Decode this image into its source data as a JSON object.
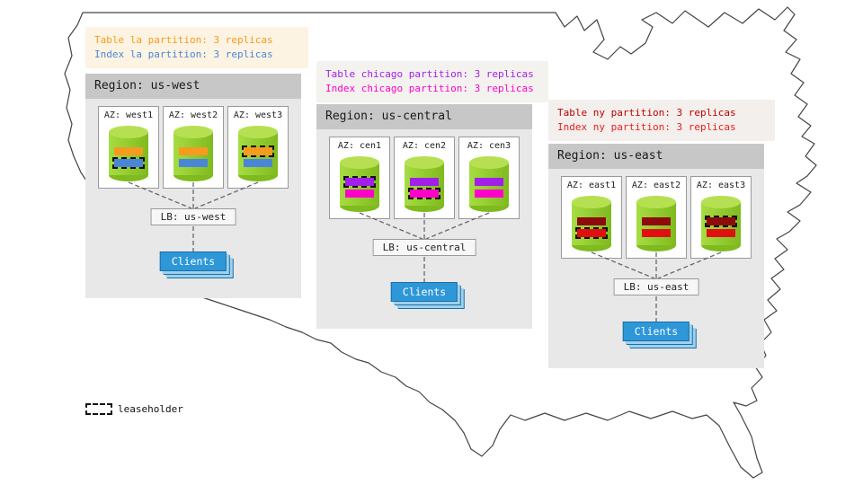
{
  "legend": {
    "leaseholder_label": "leaseholder"
  },
  "clients_color": "#2e97d8",
  "cylinder_color": "#8cc63e",
  "regions": [
    {
      "name": "us-west",
      "title": "Region: us-west",
      "callout_lines": [
        {
          "text": "Table la partition: 3 replicas",
          "color": "#f59b1e"
        },
        {
          "text": "Index la partition: 3 replicas",
          "color": "#4a86d8"
        }
      ],
      "table_color": "#f59b1e",
      "index_color": "#4a86d8",
      "azs": [
        {
          "label": "AZ: west1",
          "table_leaseholder": false,
          "index_leaseholder": true
        },
        {
          "label": "AZ: west2",
          "table_leaseholder": false,
          "index_leaseholder": false
        },
        {
          "label": "AZ: west3",
          "table_leaseholder": true,
          "index_leaseholder": false
        }
      ],
      "lb_label": "LB: us-west",
      "clients_label": "Clients"
    },
    {
      "name": "us-central",
      "title": "Region: us-central",
      "callout_lines": [
        {
          "text": "Table chicago partition: 3 replicas",
          "color": "#a11fe8"
        },
        {
          "text": "Index chicago partition: 3 replicas",
          "color": "#ff00cc"
        }
      ],
      "table_color": "#a11fe8",
      "index_color": "#ff00cc",
      "azs": [
        {
          "label": "AZ: cen1",
          "table_leaseholder": true,
          "index_leaseholder": false
        },
        {
          "label": "AZ: cen2",
          "table_leaseholder": false,
          "index_leaseholder": true
        },
        {
          "label": "AZ: cen3",
          "table_leaseholder": false,
          "index_leaseholder": false
        }
      ],
      "lb_label": "LB: us-central",
      "clients_label": "Clients"
    },
    {
      "name": "us-east",
      "title": "Region: us-east",
      "callout_lines": [
        {
          "text": "Table ny partition: 3 replicas",
          "color": "#c00000"
        },
        {
          "text": "Index ny partition: 3 replicas",
          "color": "#e82020"
        }
      ],
      "table_color": "#8f0a0a",
      "index_color": "#e01010",
      "azs": [
        {
          "label": "AZ: east1",
          "table_leaseholder": false,
          "index_leaseholder": true
        },
        {
          "label": "AZ: east2",
          "table_leaseholder": false,
          "index_leaseholder": false
        },
        {
          "label": "AZ: east3",
          "table_leaseholder": true,
          "index_leaseholder": false
        }
      ],
      "lb_label": "LB: us-east",
      "clients_label": "Clients"
    }
  ]
}
